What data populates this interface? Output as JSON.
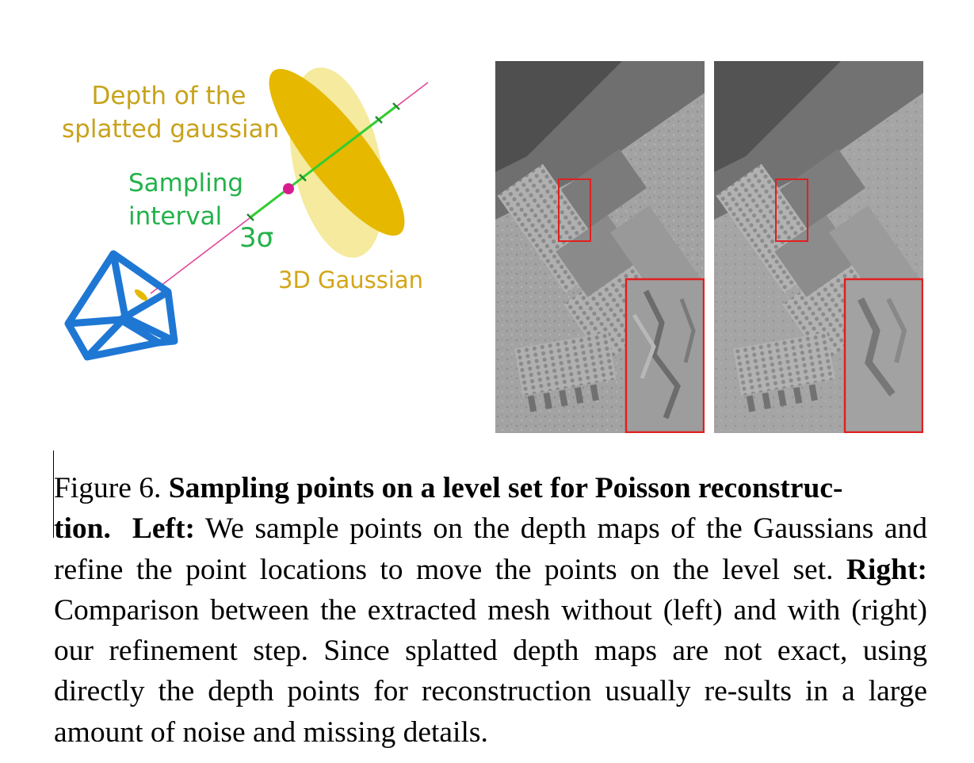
{
  "figure": {
    "diagram": {
      "label_depth": "Depth of the\nsplatted gaussian",
      "label_sampling": "Sampling\ninterval",
      "label_sigma": "3σ",
      "label_gaussian": "3D Gaussian",
      "colors": {
        "camera": "#1f77d4",
        "ray": "#e0479a",
        "interval": "#32cd32",
        "gaussian_light": "#f3e58a",
        "gaussian_disc": "#e6b800",
        "point": "#d81b8f"
      }
    },
    "panels": [
      {
        "name": "without-refinement",
        "highlight_color": "#e02020"
      },
      {
        "name": "with-refinement",
        "highlight_color": "#e02020"
      }
    ]
  },
  "caption": {
    "figure_label": "Figure 6.",
    "title": "Sampling points on a level set for Poisson reconstruc-\ntion.",
    "left_label": "Left:",
    "left_text": "We sample points on the depth maps of the Gaussians and refine the point locations to move the points on the level set.",
    "right_label": "Right:",
    "right_text": "Comparison between the extracted mesh without (left) and with (right) our refinement step. Since splatted depth maps are not exact, using directly the depth points for reconstruction usually re- sults in a large amount of noise and missing details."
  }
}
